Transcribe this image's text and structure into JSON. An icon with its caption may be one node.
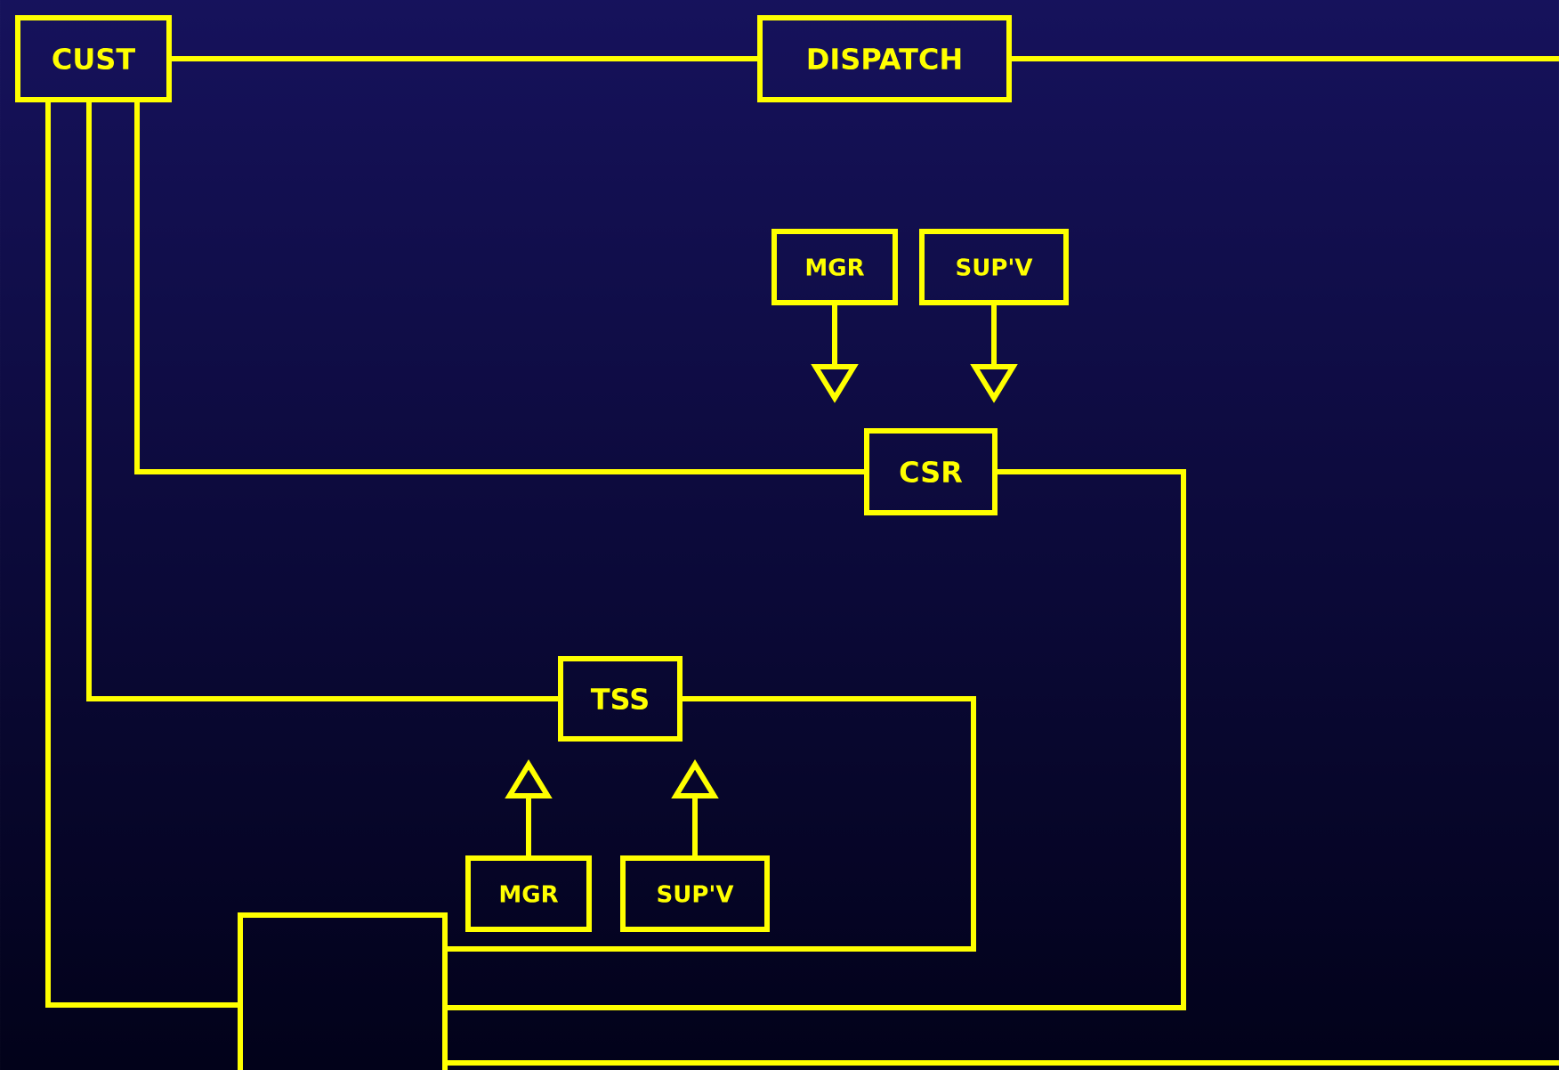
{
  "diagram": {
    "nodes": [
      {
        "text": [
          "CUST"
        ]
      },
      {
        "text": [
          "DISPATCH"
        ]
      },
      {
        "text": [
          "MGR"
        ]
      },
      {
        "text": [
          "SUP'V"
        ]
      },
      {
        "text": [
          "CSR"
        ]
      },
      {
        "text": [
          "TSS"
        ]
      },
      {
        "text": [
          "MGR"
        ]
      },
      {
        "text": [
          "SUP'V"
        ]
      },
      {
        "text": [],
        "shape": "box"
      }
    ],
    "edges": [
      {
        "from": 0,
        "to": 1,
        "arrow": "none"
      },
      {
        "from": 1,
        "to": null,
        "arrow": "none"
      },
      {
        "from": 0,
        "to": 4,
        "arrow": "none"
      },
      {
        "from": 0,
        "to": 5,
        "arrow": "none"
      },
      {
        "from": 0,
        "to": 8,
        "arrow": "none"
      },
      {
        "from": 2,
        "to": 4,
        "arrow": "to"
      },
      {
        "from": 3,
        "to": 4,
        "arrow": "to"
      },
      {
        "from": 6,
        "to": 5,
        "arrow": "to"
      },
      {
        "from": 7,
        "to": 5,
        "arrow": "to"
      },
      {
        "from": 5,
        "to": 8,
        "arrow": "none"
      },
      {
        "from": 4,
        "to": 8,
        "arrow": "none"
      },
      {
        "from": 8,
        "to": null,
        "arrow": "none"
      }
    ]
  }
}
